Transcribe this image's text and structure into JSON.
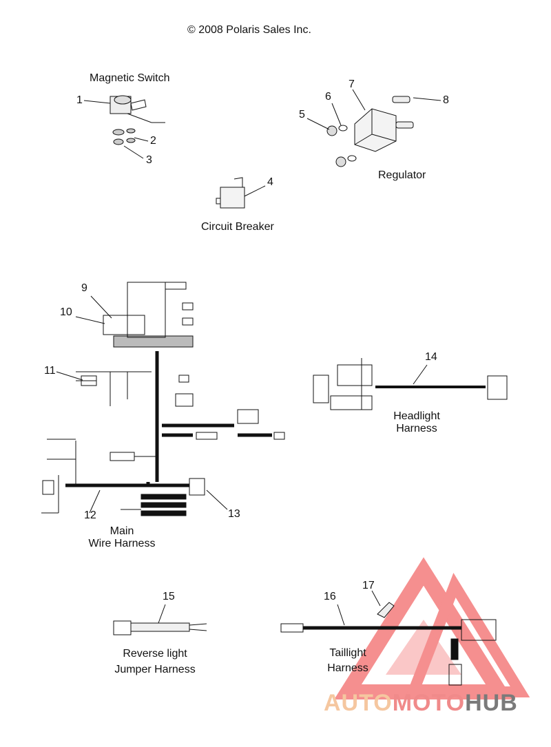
{
  "copyright": "© 2008 Polaris Sales Inc.",
  "labels": {
    "magnetic_switch": "Magnetic Switch",
    "regulator": "Regulator",
    "circuit_breaker": "Circuit Breaker",
    "headlight_line1": "Headlight",
    "headlight_line2": "Harness",
    "main_line1": "Main",
    "main_line2": "Wire Harness",
    "reverse_line1": "Reverse light",
    "reverse_line2": "Jumper Harness",
    "taillight_line1": "Taillight",
    "taillight_line2": "Harness"
  },
  "callouts": [
    "1",
    "2",
    "3",
    "4",
    "5",
    "6",
    "7",
    "8",
    "9",
    "10",
    "11",
    "12",
    "13",
    "14",
    "15",
    "16",
    "17"
  ],
  "watermark": {
    "part1": "AUTO",
    "part2": "MOTO",
    "part3": "HUB",
    "colors": {
      "part1": "#f5c7a0",
      "part2": "#f08a8a",
      "part3": "#7a7a7a",
      "logo": "#f26a6a"
    }
  }
}
